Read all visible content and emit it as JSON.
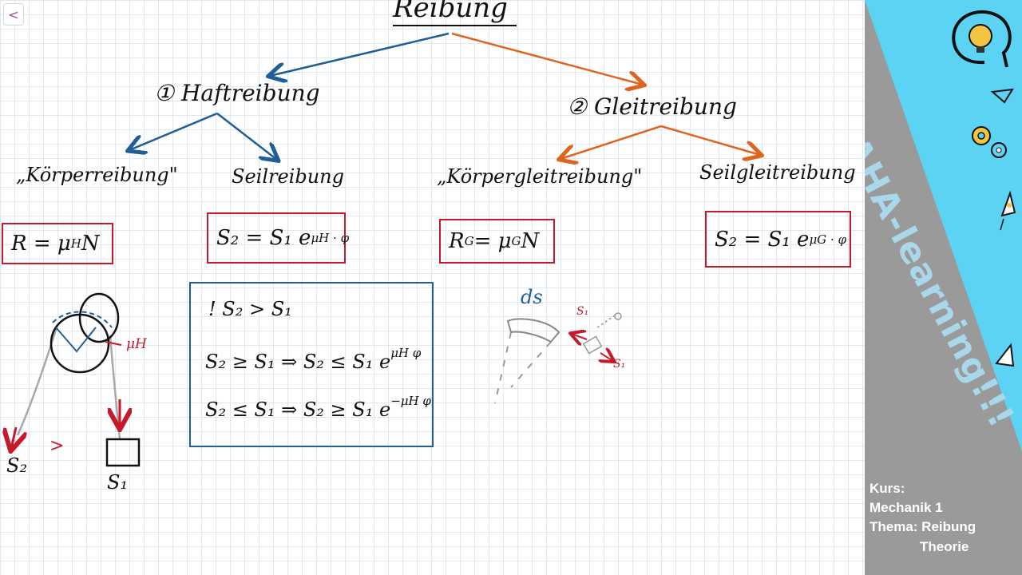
{
  "board": {
    "back_label": "<",
    "title": "Reibung",
    "branch1": {
      "label": "① Haftreibung"
    },
    "branch2": {
      "label": "② Gleitreibung"
    },
    "sub": {
      "koerperreibung": "„Körperreibung\"",
      "seilreibung": "Seilreibung",
      "koerpergleitreibung": "„Körpergleitreibung\"",
      "seilgleitreibung": "Seilgleitreibung"
    },
    "formulas": {
      "f1": {
        "main": "R = μ",
        "sub": "H",
        "tail": " N"
      },
      "f2": {
        "main": "S₂ = S₁ e",
        "sup": "μH · φ"
      },
      "f3": {
        "main": "R",
        "sub": "G",
        "mid": " = μ",
        "sub2": "G",
        "tail": " N"
      },
      "f4": {
        "main": "S₂ = S₁ e",
        "sup": "μG · φ"
      }
    },
    "conditions": {
      "line1": "!   S₂ > S₁",
      "line2_main": "S₂ ≥ S₁  ⇒  S₂ ≤ S₁ e",
      "line2_sup": "μH φ",
      "line3_main": "S₂ ≤ S₁  ⇒  S₂ ≥ S₁ e",
      "line3_sup": "−μH φ"
    },
    "sketch1": {
      "s2": "S₂",
      "s1": "S₁",
      "gt": ">",
      "mu": "μH"
    },
    "sketch2": {
      "ds": "ds",
      "s1_top": "S₁",
      "s1_bottom": "S₁"
    }
  },
  "panel": {
    "brand": "AHA-learning!!!",
    "course_label": "Kurs:",
    "course_name": "Mechanik 1",
    "topic": "Thema: Reibung",
    "topic_sub": "Theorie",
    "colors": {
      "cyan": "#5cd3f2",
      "gray": "#9a9a9a",
      "red": "#c8192b",
      "blue": "#1f5e99",
      "orange": "#e0641e"
    }
  }
}
